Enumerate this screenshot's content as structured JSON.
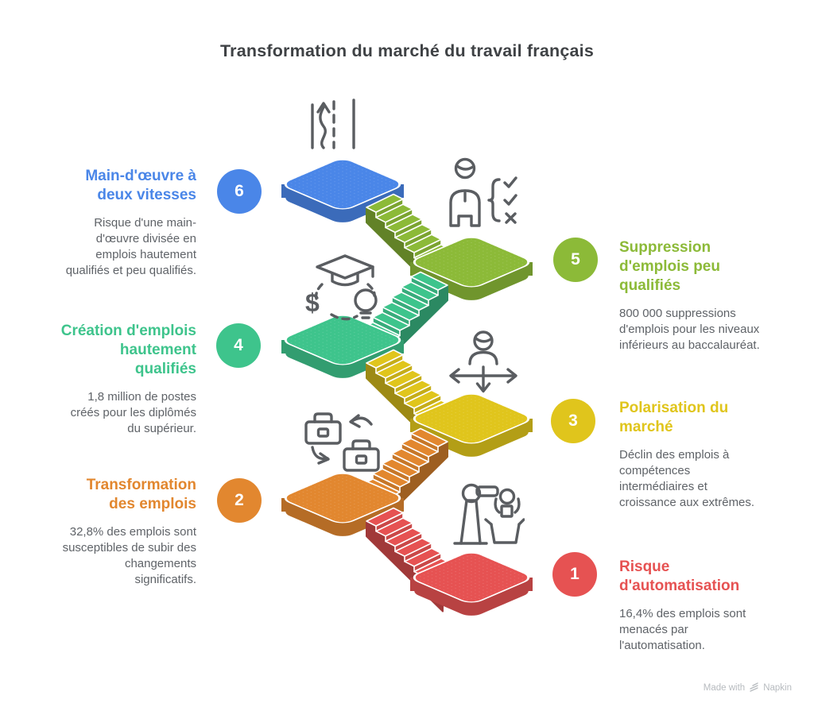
{
  "title": "Transformation du marché du travail français",
  "footer": {
    "made_with": "Made with",
    "brand": "Napkin"
  },
  "icon_color": "#5a5d61",
  "steps": [
    {
      "num": "1",
      "title": "Risque\nd'automatisation",
      "desc": "16,4% des emplois sont\nmenacés par\nl'automatisation.",
      "color": "#e65252",
      "icon": "robot-arm-icon"
    },
    {
      "num": "2",
      "title": "Transformation\ndes emplois",
      "desc": "32,8% des emplois sont\nsusceptibles de subir des\nchangements\nsignificatifs.",
      "color": "#e2872f",
      "icon": "briefcase-swap-icon"
    },
    {
      "num": "3",
      "title": "Polarisation du\nmarché",
      "desc": "Déclin des emplois à\ncompétences\nintermédiaires et\ncroissance aux extrêmes.",
      "color": "#e0c51c",
      "icon": "person-directions-icon"
    },
    {
      "num": "4",
      "title": "Création d'emplois\nhautement\nqualifiés",
      "desc": "1,8 million de postes\ncréés pour les diplômés\ndu supérieur.",
      "color": "#3ec48c",
      "icon": "education-value-icon"
    },
    {
      "num": "5",
      "title": "Suppression\nd'emplois peu\nqualifiés",
      "desc": "800 000 suppressions\nd'emplois pour les niveaux\ninférieurs au baccalauréat.",
      "color": "#8cba38",
      "icon": "skills-checklist-icon"
    },
    {
      "num": "6",
      "title": "Main-d'œuvre à\ndeux vitesses",
      "desc": "Risque d'une main-\nd'œuvre divisée en\nemplois hautement\nqualifiés et peu qualifiés.",
      "color": "#4a86e8",
      "icon": "road-icon"
    }
  ]
}
